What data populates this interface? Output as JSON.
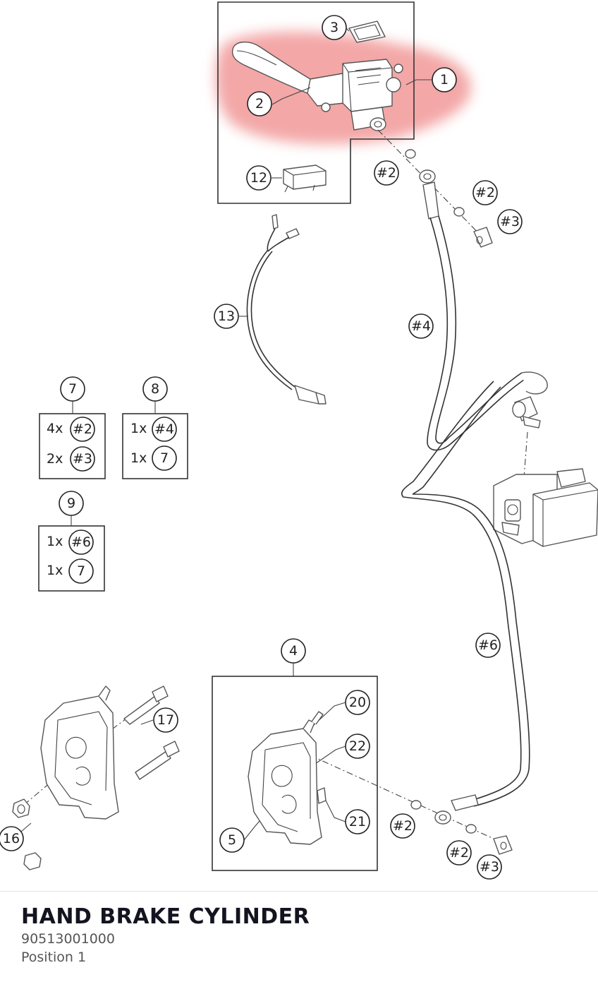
{
  "footer": {
    "title": "HAND BRAKE CYLINDER",
    "part_number": "90513001000",
    "position": "Position 1"
  },
  "callouts": {
    "c1": "1",
    "c2": "2",
    "c3": "3",
    "c4": "4",
    "c5": "5",
    "c7": "7",
    "c8": "8",
    "c9": "9",
    "c12": "12",
    "c13": "13",
    "c16": "16",
    "c17": "17",
    "c20": "20",
    "c21": "21",
    "c22": "22",
    "h2": "#2",
    "h3": "#3",
    "h4": "#4",
    "h6": "#6"
  },
  "kits": {
    "k7": {
      "r1_qty": "4x",
      "r1_ref": "#2",
      "r2_qty": "2x",
      "r2_ref": "#3"
    },
    "k8": {
      "r1_qty": "1x",
      "r1_ref": "#4",
      "r2_qty": "1x",
      "r2_ref": "7"
    },
    "k9": {
      "r1_qty": "1x",
      "r1_ref": "#6",
      "r2_qty": "1x",
      "r2_ref": "7"
    }
  },
  "highlight_color": "#f08a8a"
}
